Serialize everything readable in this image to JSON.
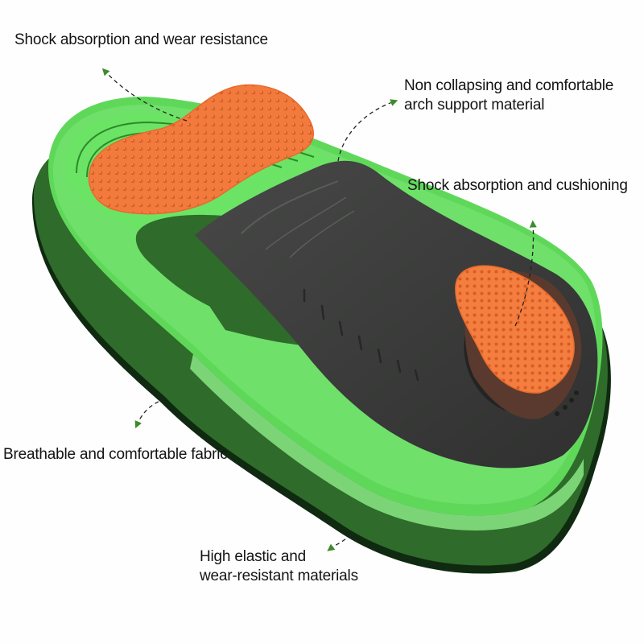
{
  "infographic": {
    "subject": "orthotic insole exploded view",
    "colors": {
      "background": "#fefefe",
      "base_dark_green": "#2f6b2a",
      "base_edge": "#0f2a10",
      "mid_light_green": "#6fe06a",
      "bright_green": "#5fd85a",
      "top_shell_gray": "#3c3d3c",
      "pad_orange": "#f27a3c",
      "pad_underside": "#5a3a2e",
      "arrow_green": "#3d8c2c",
      "text": "#141414"
    },
    "labels": [
      {
        "id": "heel-forefoot-pad",
        "lines": [
          "Shock absorption and wear resistance"
        ]
      },
      {
        "id": "arch-support",
        "lines": [
          "Non collapsing and comfortable",
          "arch support material"
        ]
      },
      {
        "id": "heel-cushion",
        "lines": [
          "Shock absorption and cushioning"
        ]
      },
      {
        "id": "fabric",
        "lines": [
          "Breathable and comfortable fabric"
        ]
      },
      {
        "id": "base-material",
        "lines": [
          "High elastic and",
          "wear-resistant materials"
        ]
      }
    ]
  }
}
